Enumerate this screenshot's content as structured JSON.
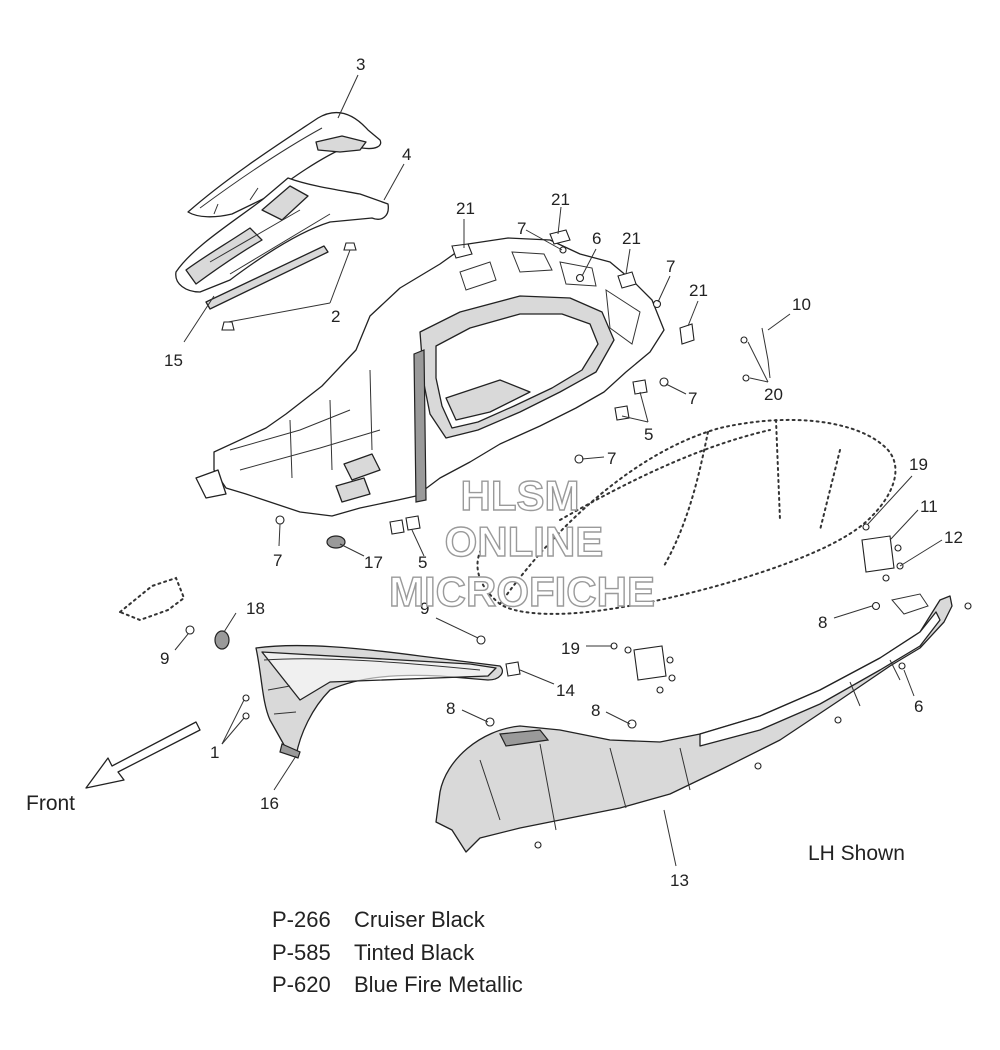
{
  "callouts": [
    {
      "id": "c3",
      "text": "3"
    },
    {
      "id": "c4",
      "text": "4"
    },
    {
      "id": "c2",
      "text": "2"
    },
    {
      "id": "c15",
      "text": "15"
    },
    {
      "id": "c21a",
      "text": "21"
    },
    {
      "id": "c21b",
      "text": "21"
    },
    {
      "id": "c7a",
      "text": "7"
    },
    {
      "id": "c6a",
      "text": "6"
    },
    {
      "id": "c21c",
      "text": "21"
    },
    {
      "id": "c7b",
      "text": "7"
    },
    {
      "id": "c21d",
      "text": "21"
    },
    {
      "id": "c10",
      "text": "10"
    },
    {
      "id": "c20",
      "text": "20"
    },
    {
      "id": "c7c",
      "text": "7"
    },
    {
      "id": "c5a",
      "text": "5"
    },
    {
      "id": "c7d",
      "text": "7"
    },
    {
      "id": "c19a",
      "text": "19"
    },
    {
      "id": "c11",
      "text": "11"
    },
    {
      "id": "c12",
      "text": "12"
    },
    {
      "id": "c7e",
      "text": "7"
    },
    {
      "id": "c17",
      "text": "17"
    },
    {
      "id": "c5b",
      "text": "5"
    },
    {
      "id": "c18",
      "text": "18"
    },
    {
      "id": "c9a",
      "text": "9"
    },
    {
      "id": "c9b",
      "text": "9"
    },
    {
      "id": "c8a",
      "text": "8"
    },
    {
      "id": "c19b",
      "text": "19"
    },
    {
      "id": "c14",
      "text": "14"
    },
    {
      "id": "c6b",
      "text": "6"
    },
    {
      "id": "c1",
      "text": "1"
    },
    {
      "id": "c8b",
      "text": "8"
    },
    {
      "id": "c8c",
      "text": "8"
    },
    {
      "id": "c16",
      "text": "16"
    },
    {
      "id": "c13",
      "text": "13"
    }
  ],
  "labels": {
    "front": "Front",
    "lh_shown": "LH Shown"
  },
  "watermark": {
    "line1": "HLSM",
    "line2": "ONLINE",
    "line3": "MICROFICHE"
  },
  "colors": [
    {
      "code": "P-266",
      "name": "Cruiser Black"
    },
    {
      "code": "P-585",
      "name": "Tinted Black"
    },
    {
      "code": "P-620",
      "name": "Blue Fire Metallic"
    }
  ]
}
